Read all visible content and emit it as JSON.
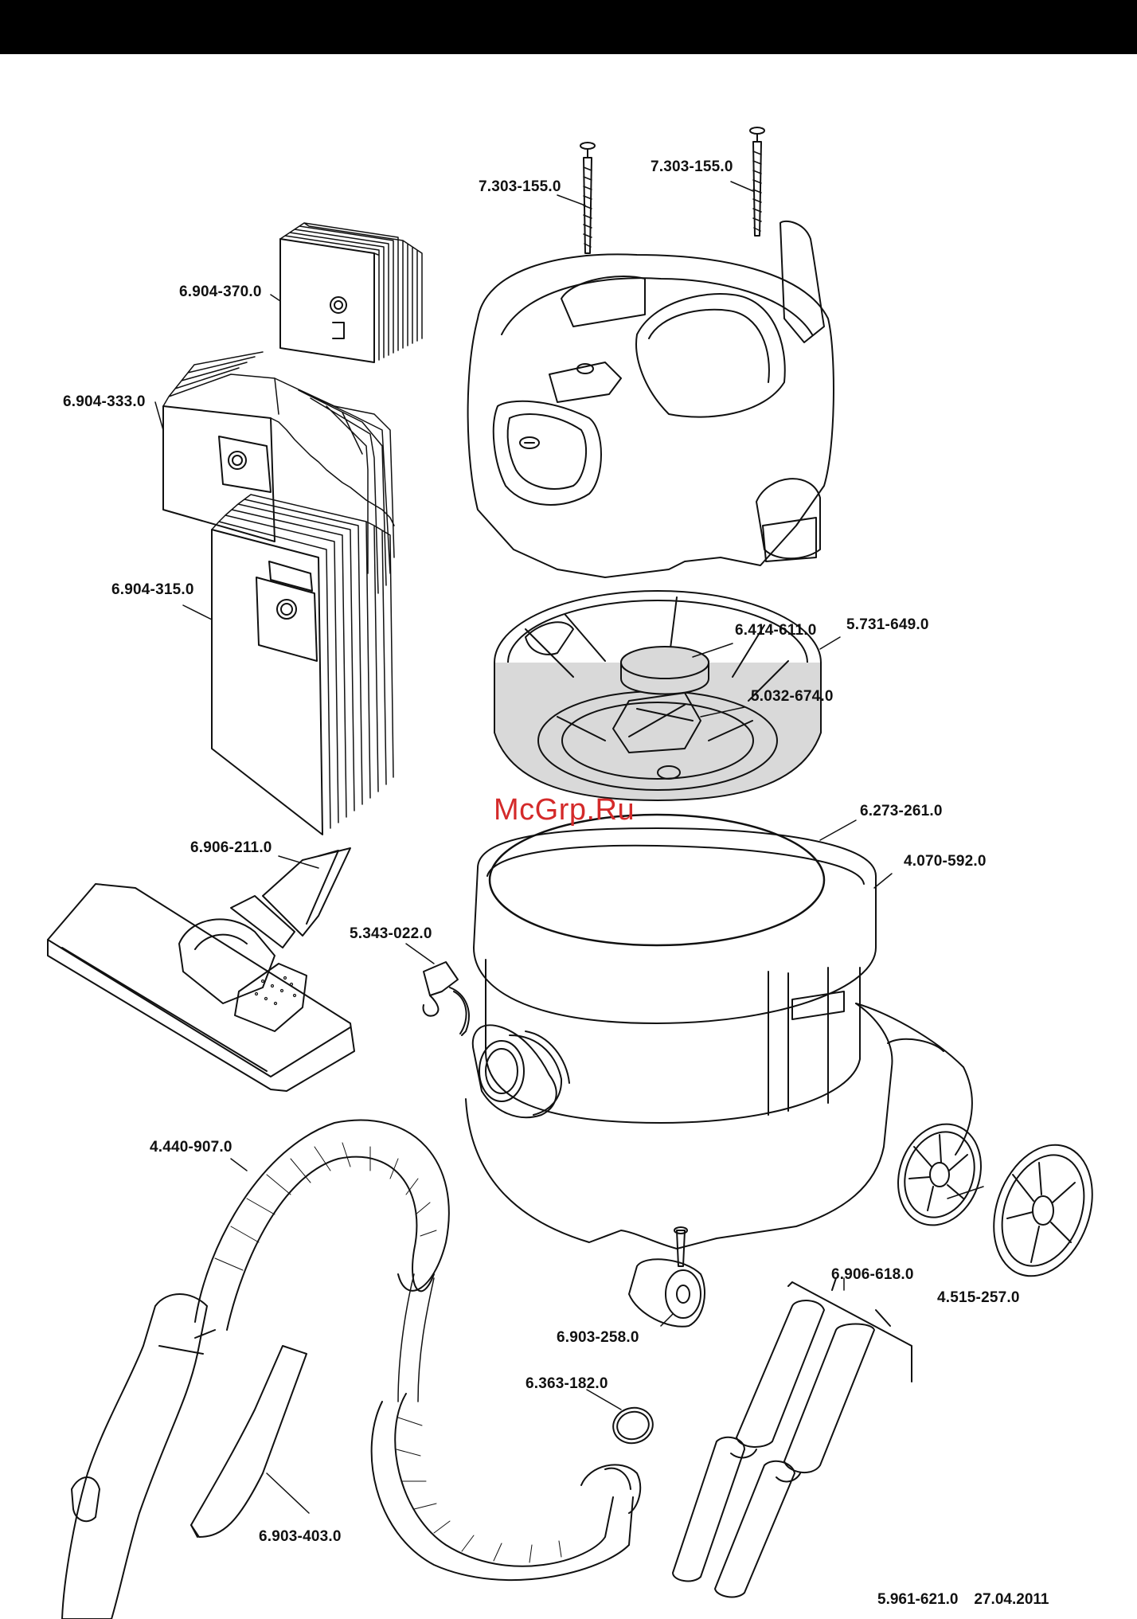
{
  "watermark": "McGrp.Ru",
  "footer": {
    "doc_number": "5.961-621.0",
    "date": "27.04.2011"
  },
  "parts": [
    {
      "id": "screw-left",
      "number": "7.303-155.0"
    },
    {
      "id": "screw-right",
      "number": "7.303-155.0"
    },
    {
      "id": "filter-bag-a",
      "number": "6.904-370.0"
    },
    {
      "id": "filter-bag-b",
      "number": "6.904-333.0"
    },
    {
      "id": "filter-bag-c",
      "number": "6.904-315.0"
    },
    {
      "id": "float",
      "number": "6.414-611.0"
    },
    {
      "id": "filter-basket",
      "number": "5.731-649.0"
    },
    {
      "id": "float-cage",
      "number": "5.032-674.0"
    },
    {
      "id": "gasket",
      "number": "6.273-261.0"
    },
    {
      "id": "container",
      "number": "4.070-592.0"
    },
    {
      "id": "floor-nozzle",
      "number": "6.906-211.0"
    },
    {
      "id": "clip",
      "number": "5.343-022.0"
    },
    {
      "id": "suction-hose",
      "number": "4.440-907.0"
    },
    {
      "id": "caster",
      "number": "6.903-258.0"
    },
    {
      "id": "wheel",
      "number": "4.515-257.0"
    },
    {
      "id": "extension-tubes",
      "number": "6.906-618.0"
    },
    {
      "id": "o-ring",
      "number": "6.363-182.0"
    },
    {
      "id": "crevice-nozzle",
      "number": "6.903-403.0"
    }
  ]
}
